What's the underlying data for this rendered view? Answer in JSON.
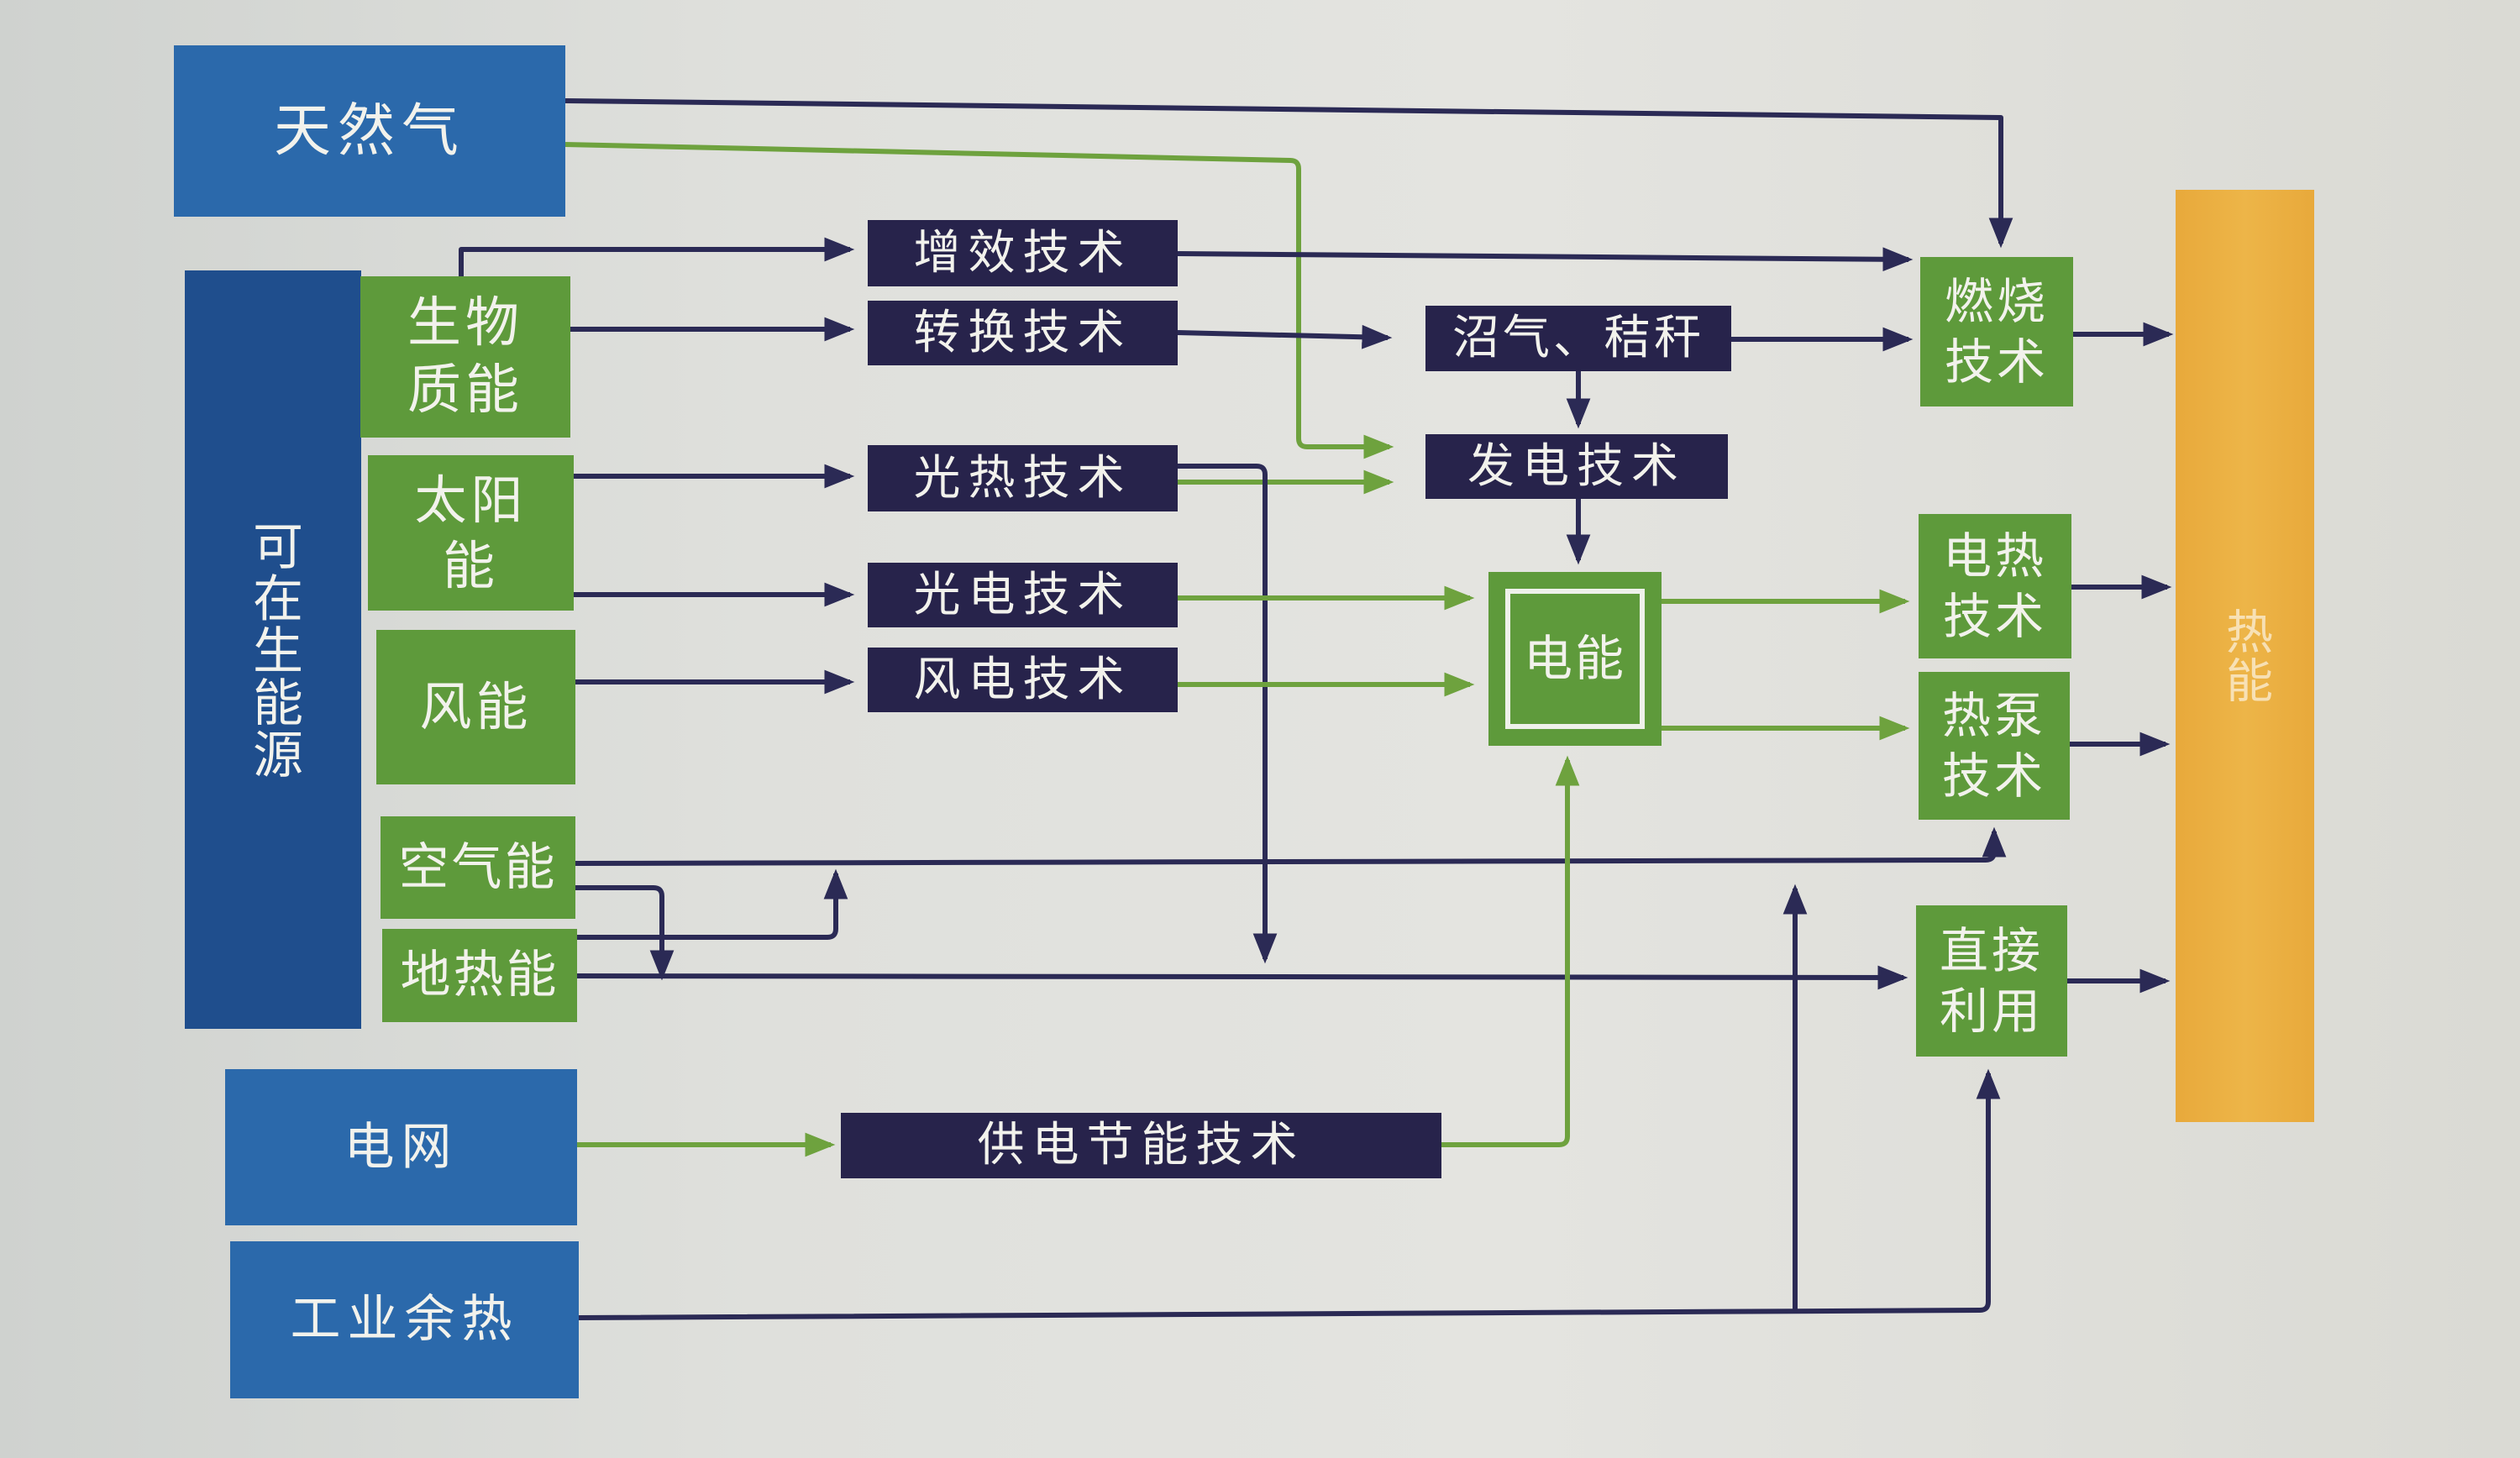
{
  "diagram": {
    "sources": {
      "natural_gas": "天然气",
      "renewable": "可在生能源",
      "grid": "电网",
      "industrial_waste_heat": "工业余热"
    },
    "renewables": {
      "biomass": [
        "生物",
        "质能"
      ],
      "solar": [
        "太阳",
        "能"
      ],
      "wind": "风能",
      "air": "空气能",
      "geothermal": "地热能"
    },
    "technologies": {
      "efficiency": "增效技术",
      "conversion": "转换技术",
      "solar_thermal": "光热技术",
      "photovoltaic": "光电技术",
      "wind_power": "风电技术",
      "biogas_straw": "沼气、秸秆",
      "power_generation": "发电技术",
      "power_saving": "供电节能技术"
    },
    "electricity": "电能",
    "heating_technologies": {
      "combustion": [
        "燃烧",
        "技术"
      ],
      "electric_heating": [
        "电热",
        "技术"
      ],
      "heat_pump": [
        "热泵",
        "技术"
      ],
      "direct_use": [
        "直接",
        "利用"
      ]
    },
    "output": "热能"
  },
  "colors": {
    "background": "#dfe0dc",
    "source_blue": "#2b69ab",
    "renewable_blue": "#1f4e8d",
    "renewable_green": "#5e9a3b",
    "tech_navy": "#27234b",
    "heat_orange": "#e8a93b",
    "line_navy": "#2b2a55",
    "line_green": "#6ea23e",
    "text_light": "#f2f2ec"
  }
}
